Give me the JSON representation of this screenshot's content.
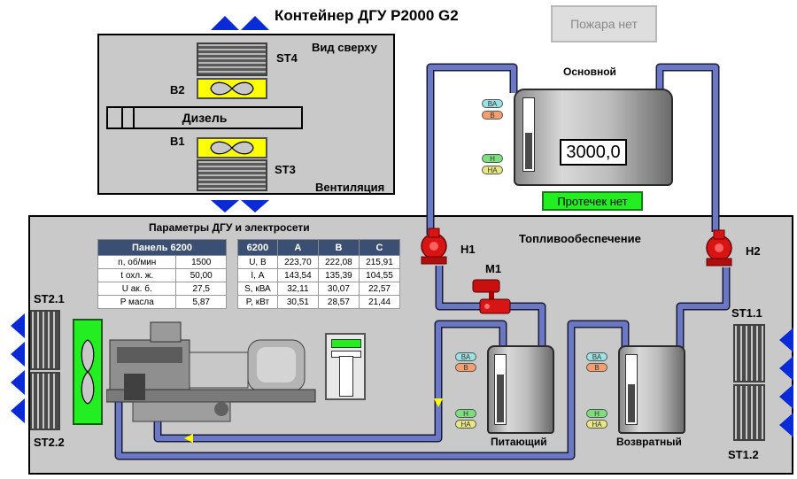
{
  "title": "Контейнер ДГУ P2000 G2",
  "fire_status": "Пожара нет",
  "top_view": {
    "label": "Вид сверху",
    "ventilation_label": "Вентиляция",
    "st4": "ST4",
    "st3": "ST3",
    "b2": "B2",
    "b1": "B1",
    "diesel": "Дизель"
  },
  "main_tank": {
    "label": "Основной",
    "value": "3000,0",
    "level_fraction": 0.55,
    "tags": [
      "ВА",
      "В",
      "Н",
      "НА"
    ]
  },
  "leak_status": "Протечек нет",
  "fuel_supply_label": "Топливообеспечение",
  "pumps": {
    "h1": "Н1",
    "h2": "Н2",
    "m1": "М1"
  },
  "supply_tank": {
    "label": "Питающий",
    "level_fraction": 0.75,
    "tags": [
      "ВА",
      "В",
      "Н",
      "НА"
    ]
  },
  "return_tank": {
    "label": "Возвратный",
    "level_fraction": 0.6,
    "tags": [
      "ВА",
      "В",
      "Н",
      "НА"
    ]
  },
  "params_title": "Параметры ДГУ и электросети",
  "panel_table": {
    "header": [
      "Панель 6200"
    ],
    "rows": [
      [
        "n, об/мин",
        "1500"
      ],
      [
        "t охл. ж.",
        "50,00"
      ],
      [
        "U ак. б.",
        "27,5"
      ],
      [
        "P масла",
        "5,87"
      ]
    ]
  },
  "grid_table": {
    "header": [
      "6200",
      "A",
      "B",
      "C"
    ],
    "rows": [
      [
        "U, В",
        "223,70",
        "222,08",
        "215,91"
      ],
      [
        "I, А",
        "143,54",
        "135,39",
        "104,55"
      ],
      [
        "S, кВА",
        "32,11",
        "30,07",
        "22,57"
      ],
      [
        "P, кВт",
        "30,51",
        "28,57",
        "21,44"
      ]
    ]
  },
  "side_labels": {
    "st21": "ST2.1",
    "st22": "ST2.2",
    "st11": "ST1.1",
    "st12": "ST1.2"
  },
  "colors": {
    "pipe": "#5c6bb0",
    "pump": "#cc1010",
    "fan": "#00ee00",
    "arrow": "#0a2ad8",
    "yellow": "#ffff00"
  }
}
